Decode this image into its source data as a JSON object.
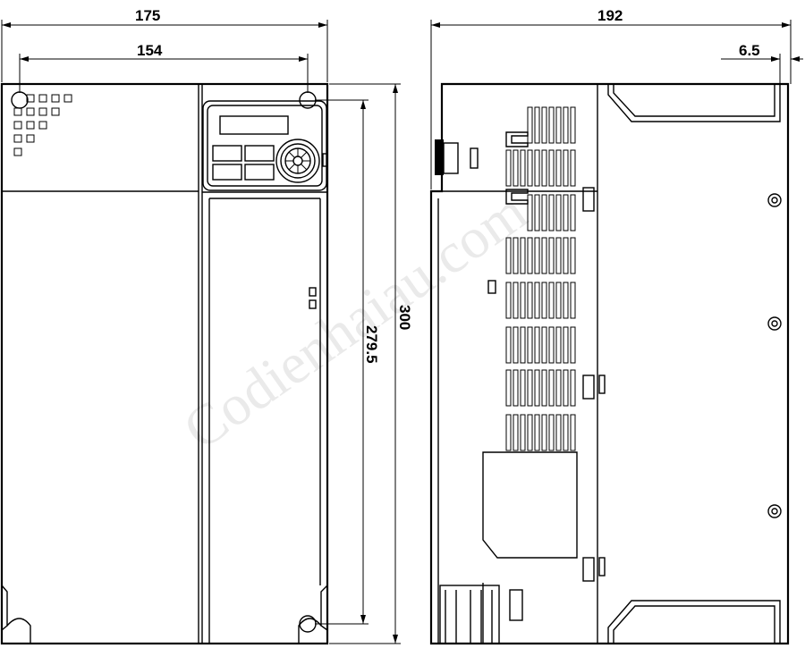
{
  "dimensions": {
    "front_overall_width": "175",
    "front_mount_width": "154",
    "side_depth": "192",
    "side_offset": "6.5",
    "overall_height": "300",
    "mount_height": "279.5"
  },
  "watermark": "Codienhaiau.com"
}
